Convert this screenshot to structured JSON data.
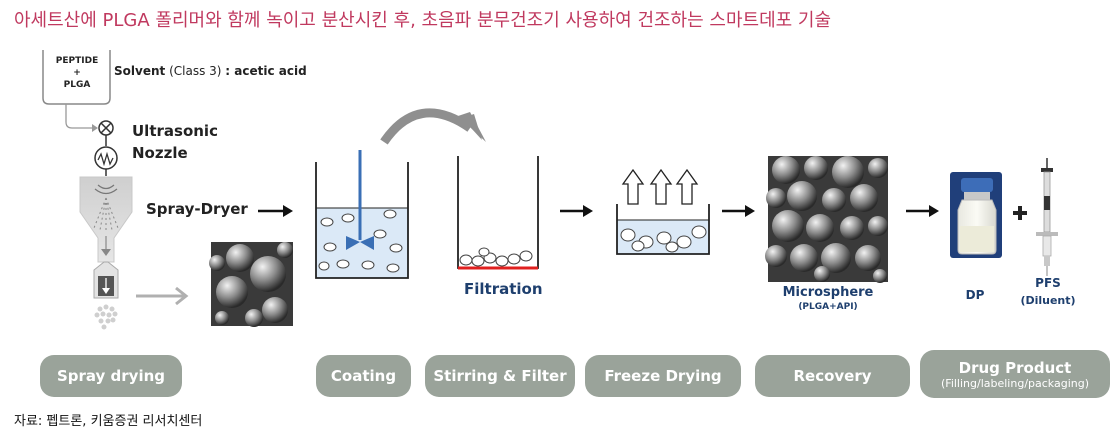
{
  "title": "아세트산에 PLGA 폴리머와 함께 녹이고 분산시킨 후, 초음파 분무건조기 사용하여 건조하는 스마트데포 기술",
  "source": "자료: 펩트론, 키움증권 리서치센터",
  "spray": {
    "container_line1": "PEPTIDE",
    "container_plus": "+",
    "container_line2": "PLGA",
    "solvent_bold": "Solvent",
    "solvent_class": "(Class 3)",
    "solvent_rest": ": acetic acid",
    "nozzle_line1": "Ultrasonic",
    "nozzle_line2": "Nozzle",
    "dryer": "Spray-Dryer"
  },
  "labels": {
    "filtration": "Filtration",
    "microsphere": "Microsphere",
    "microsphere_sub": "(PLGA+API)",
    "dp": "DP",
    "pfs": "PFS",
    "pfs_sub": "(Diluent)",
    "plus": "+"
  },
  "steps": [
    {
      "label": "Spray drying"
    },
    {
      "label": "Coating"
    },
    {
      "label": "Stirring & Filter"
    },
    {
      "label": "Freeze Drying"
    },
    {
      "label": "Recovery"
    },
    {
      "label": "Drug Product",
      "sub": "(Filling/labeling/packaging)"
    }
  ],
  "colors": {
    "title": "#c0395f",
    "pill": "#9aa39a",
    "filter_line": "#e0201f",
    "liquid": "#dbe9f7",
    "stirrer": "#3a6fb5"
  }
}
